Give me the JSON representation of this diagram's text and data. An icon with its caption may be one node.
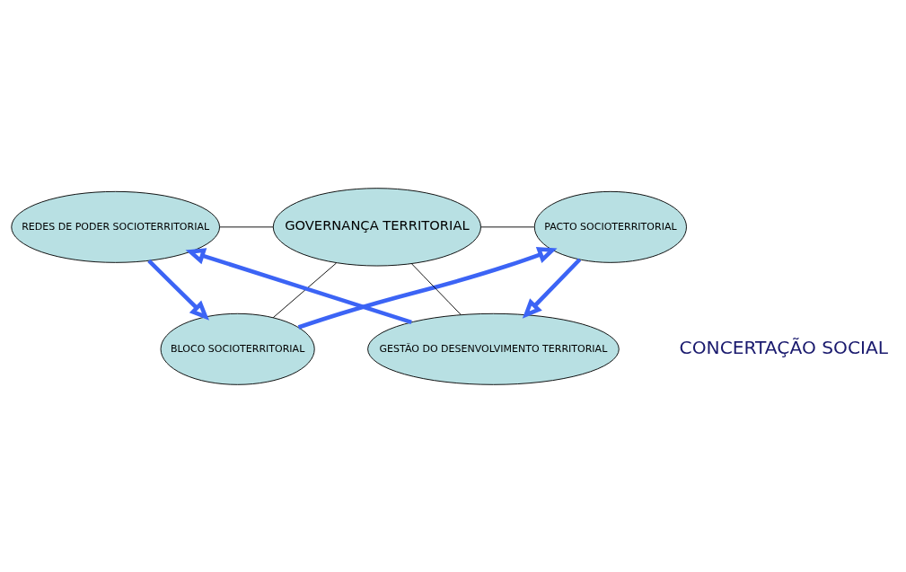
{
  "diagram": {
    "nodes": [
      {
        "text": [
          "BLOCO SOCIOTERRITORIAL"
        ]
      },
      {
        "text": [
          "REDES DE PODER SOCIOTERRITORIAL"
        ]
      },
      {
        "text": [
          "GOVERNANÇA TERRITORIAL"
        ]
      },
      {
        "text": [
          "PACTO SOCIOTERRITORIAL"
        ]
      },
      {
        "text": [
          "GESTÃO DO DESENVOLVIMENTO TERRITORIAL"
        ]
      }
    ],
    "edges": [
      {
        "from": 2,
        "to": 0,
        "arrow": "none"
      },
      {
        "from": 1,
        "to": 2,
        "arrow": "none"
      },
      {
        "from": 2,
        "to": 3,
        "arrow": "none"
      },
      {
        "from": 2,
        "to": 4,
        "arrow": "none"
      },
      {
        "from": 0,
        "to": 3,
        "arrow": "to",
        "style": "thick",
        "color": "#3c64f5"
      },
      {
        "from": 3,
        "to": 4,
        "arrow": "to",
        "style": "thick",
        "color": "#3c64f5"
      },
      {
        "from": 4,
        "to": 1,
        "arrow": "to",
        "style": "thick",
        "color": "#3c64f5"
      },
      {
        "from": 1,
        "to": 0,
        "arrow": "to",
        "style": "thick",
        "color": "#3c64f5"
      }
    ],
    "labels": [
      "CONCERTAÇÃO SOCIAL"
    ]
  }
}
